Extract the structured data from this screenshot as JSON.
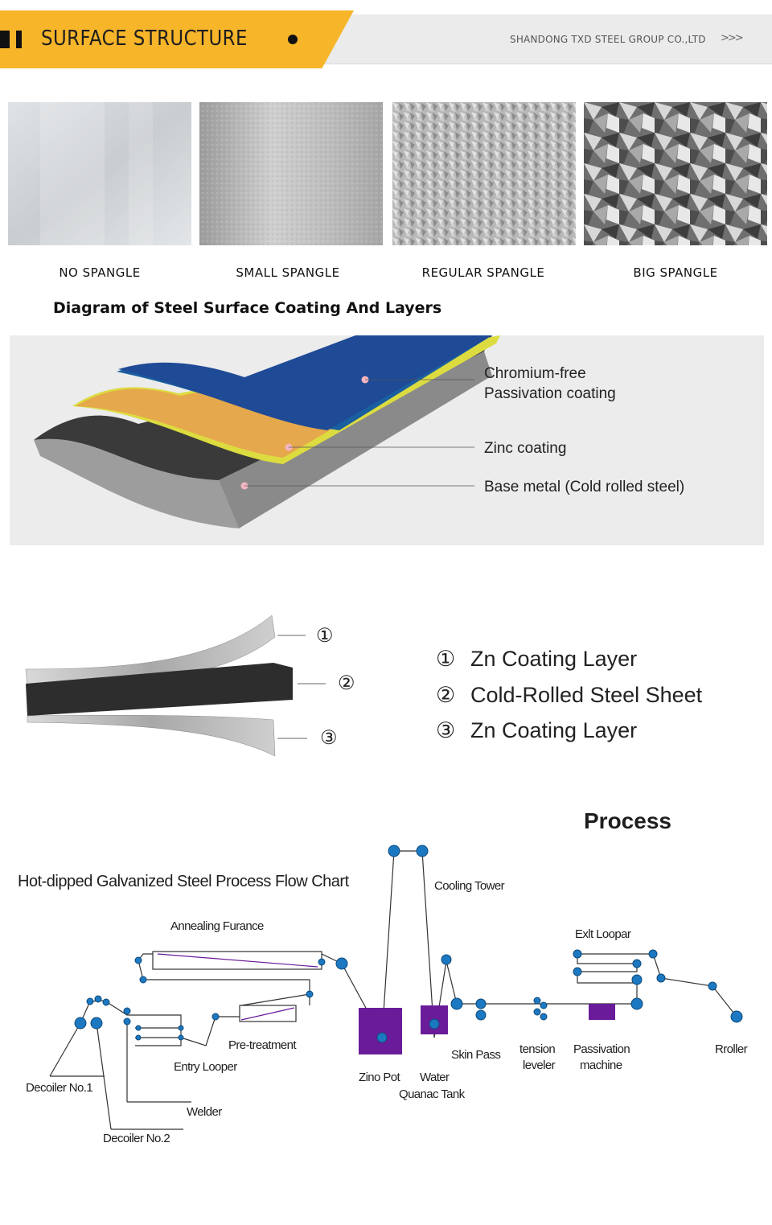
{
  "header": {
    "title": "SURFACE STRUCTURE",
    "company": "SHANDONG TXD STEEL GROUP CO.,LTD",
    "chevrons": ">>>"
  },
  "spangles": [
    {
      "label": "NO SPANGLE"
    },
    {
      "label": "SMALL SPANGLE"
    },
    {
      "label": "REGULAR SPANGLE"
    },
    {
      "label": "BIG SPANGLE"
    }
  ],
  "coating_diagram": {
    "title": "Diagram of Steel Surface Coating And Layers",
    "labels": {
      "passivation_1": "Chromium-free",
      "passivation_2": "Passivation coating",
      "zinc": "Zinc coating",
      "base": "Base metal (Cold rolled steel)"
    },
    "colors": {
      "passivation": "#1f4a96",
      "zinc": "#e9a94a",
      "yellow_edge": "#dfe04a",
      "base": "#3a3a3a"
    }
  },
  "layers": {
    "markers": [
      "①",
      "②",
      "③"
    ],
    "legend": [
      {
        "num": "①",
        "text": "Zn Coating Layer"
      },
      {
        "num": "②",
        "text": "Cold-Rolled Steel Sheet"
      },
      {
        "num": "③",
        "text": "Zn Coating Layer"
      }
    ]
  },
  "process": {
    "heading": "Process",
    "title": "Hot-dipped Galvanized Steel Process Flow Chart",
    "labels": {
      "annealing": "Annealing  Furance",
      "cooling": "Cooling Tower",
      "exit_looper": "Exlt Loopar",
      "pretreatment": "Pre-treatment",
      "entry_looper": "Entry Looper",
      "decoiler1": "Decoiler  No.1",
      "decoiler2": "Decoiler  No.2",
      "welder": "Welder",
      "zinc_pot": "Zino Pot",
      "water": "Water",
      "quench": "Quanac Tank",
      "skin_pass": "Skin Pass",
      "tension1": "tension",
      "tension2": "leveler",
      "passivation1": "Passivation",
      "passivation2": "machine",
      "roller": "Rroller"
    },
    "colors": {
      "roller": "#1d78c2",
      "tank": "#6a1b9a"
    }
  }
}
